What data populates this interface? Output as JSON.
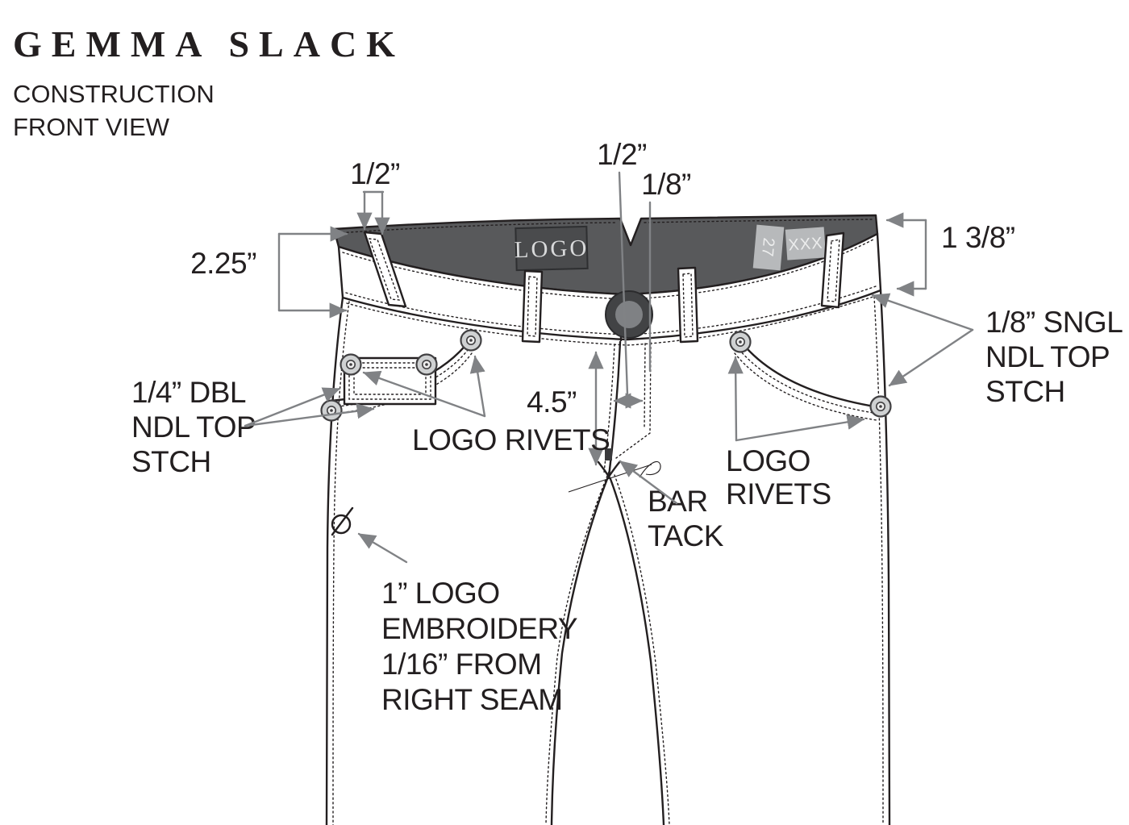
{
  "header": {
    "brand": "GEMMA SLACK",
    "subtitle_line1": "CONSTRUCTION",
    "subtitle_line2": "FRONT VIEW"
  },
  "garment": {
    "logo_patch_text": "LOGO",
    "size_tag_text": "27",
    "care_tag_text": "XXX"
  },
  "annotations": {
    "beltloop_width": "1/2”",
    "front_waistband_height": "2.25”",
    "fly_topstitch_width": "1/2”",
    "fly_edge_stitch": "1/8”",
    "back_waistband_height": "1 3/8”",
    "fly_length": "4.5”",
    "sngl_stitch": [
      "1/8” SNGL",
      "NDL TOP",
      "STCH"
    ],
    "dbl_stitch": [
      "1/4” DBL",
      "NDL TOP",
      "STCH"
    ],
    "logo_rivets_left": "LOGO RIVETS",
    "logo_rivets_right": [
      "LOGO",
      "RIVETS"
    ],
    "bar_tack": [
      "BAR",
      "TACK"
    ],
    "embroidery": [
      "1” LOGO",
      "EMBROIDERY",
      "1/16” FROM",
      "RIGHT SEAM"
    ]
  },
  "colors": {
    "ink": "#231F20",
    "annotation": "#808285",
    "waistband_inner": "#58595B",
    "logo_patch": "#4A4B4D",
    "logo_text": "#D9DADB",
    "tag_bg": "#B7B9BB",
    "tag_text": "#ECEDED",
    "button_outer": "#424345",
    "button_inner": "#7F8184",
    "bar_tack": "#3A3A3C",
    "rivet_fill": "#CFD1D2"
  }
}
